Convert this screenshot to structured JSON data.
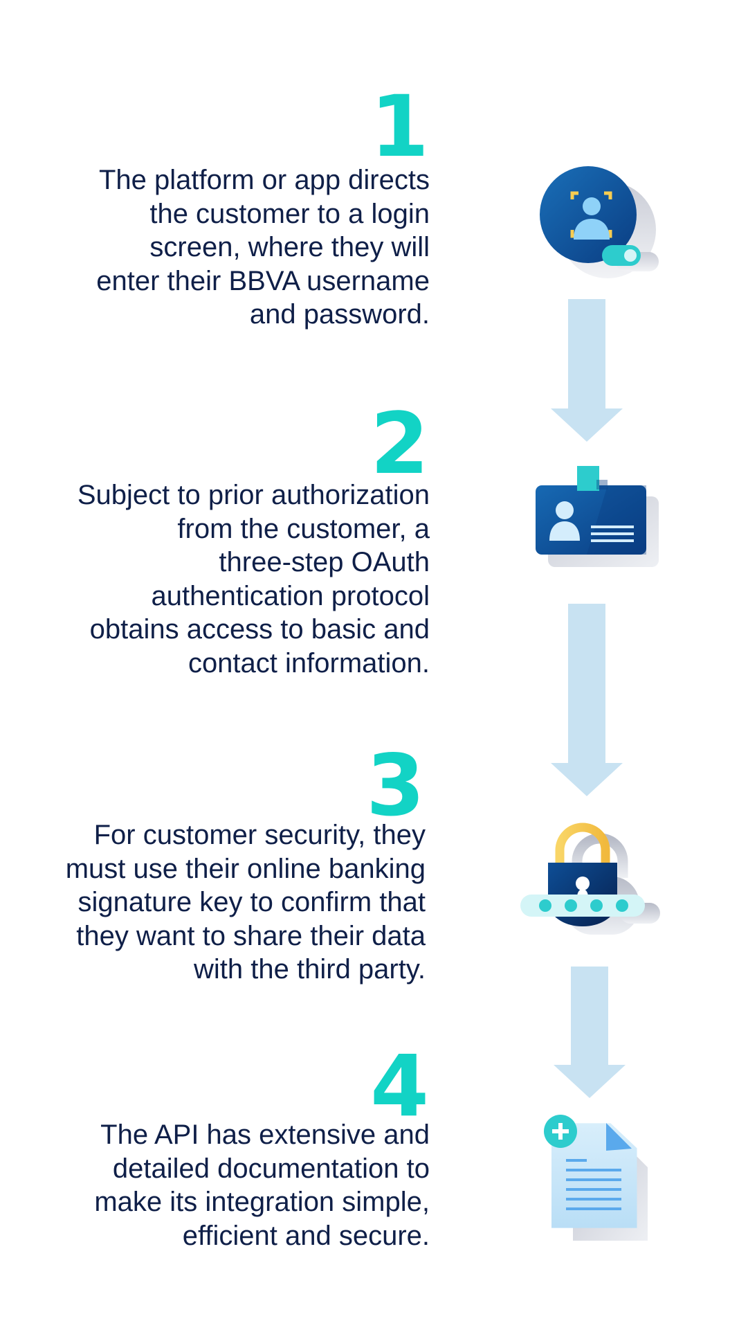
{
  "steps": [
    {
      "number": "1",
      "text": "The platform or app directs\nthe customer to a login\nscreen, where they will\nenter their BBVA username\nand password.",
      "icon": "user-login-icon"
    },
    {
      "number": "2",
      "text": "Subject to prior authorization\nfrom the customer, a\nthree-step OAuth\nauthentication protocol\nobtains access to basic and\ncontact information.",
      "icon": "id-card-icon"
    },
    {
      "number": "3",
      "text": "For customer security, they\nmust use their online banking\nsignature key to confirm that\nthey want to share their data\nwith the third party.",
      "icon": "padlock-password-icon"
    },
    {
      "number": "4",
      "text": "The API has extensive and\ndetailed documentation to\nmake its integration simple,\nefficient and secure.",
      "icon": "add-document-icon"
    }
  ],
  "colors": {
    "step_number": "#12d3c5",
    "body_text": "#0f1f48",
    "arrow": "#c8e2f2",
    "navy": "#0a3d82",
    "blue": "#1464a5",
    "teal": "#2dcccd",
    "yellow": "#f8cd51",
    "light_blue": "#d4edfc"
  }
}
